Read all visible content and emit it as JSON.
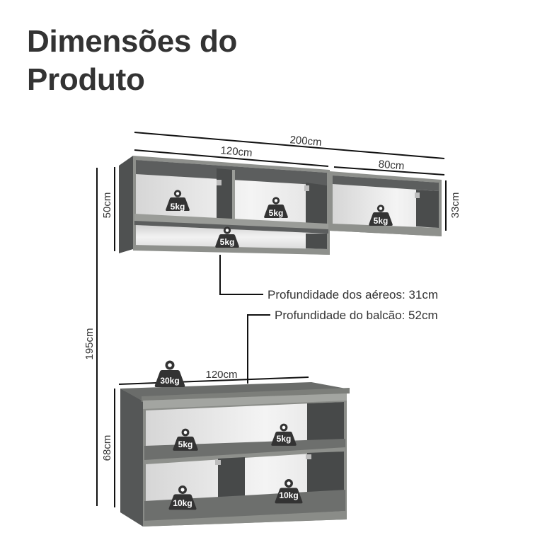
{
  "title": {
    "line1": "Dimensões do",
    "line2": "Produto"
  },
  "dimensions": {
    "total_width": "200cm",
    "upper_left_width": "120cm",
    "upper_right_width": "80cm",
    "upper_left_height": "50cm",
    "upper_right_height": "33cm",
    "total_height": "195cm",
    "base_width": "120cm",
    "base_height": "68cm"
  },
  "depth_notes": {
    "upper": "Profundidade dos aéreos: 31cm",
    "base": "Profundidade do balcão: 52cm"
  },
  "weights": {
    "upper_left_top_left": "5kg",
    "upper_left_top_right": "5kg",
    "upper_left_bottom": "5kg",
    "upper_right": "5kg",
    "base_top": "30kg",
    "base_upper_left": "5kg",
    "base_upper_right": "5kg",
    "base_lower_left": "10kg",
    "base_lower_right": "10kg"
  },
  "colors": {
    "cabinet_dark": "#4a4c4c",
    "cabinet_side": "#575959",
    "cabinet_edge": "#8e908c",
    "interior_back": "#e6e6e6",
    "shelf": "#6d6f6d",
    "weight_icon": "#333333",
    "line": "#111111"
  }
}
